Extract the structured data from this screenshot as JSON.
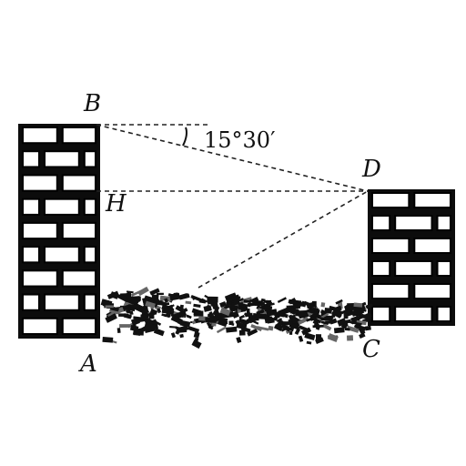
{
  "points": {
    "B": "B",
    "D": "D",
    "H": "H",
    "A": "A",
    "C": "C"
  },
  "angle": {
    "value_label": "15°30′"
  }
}
